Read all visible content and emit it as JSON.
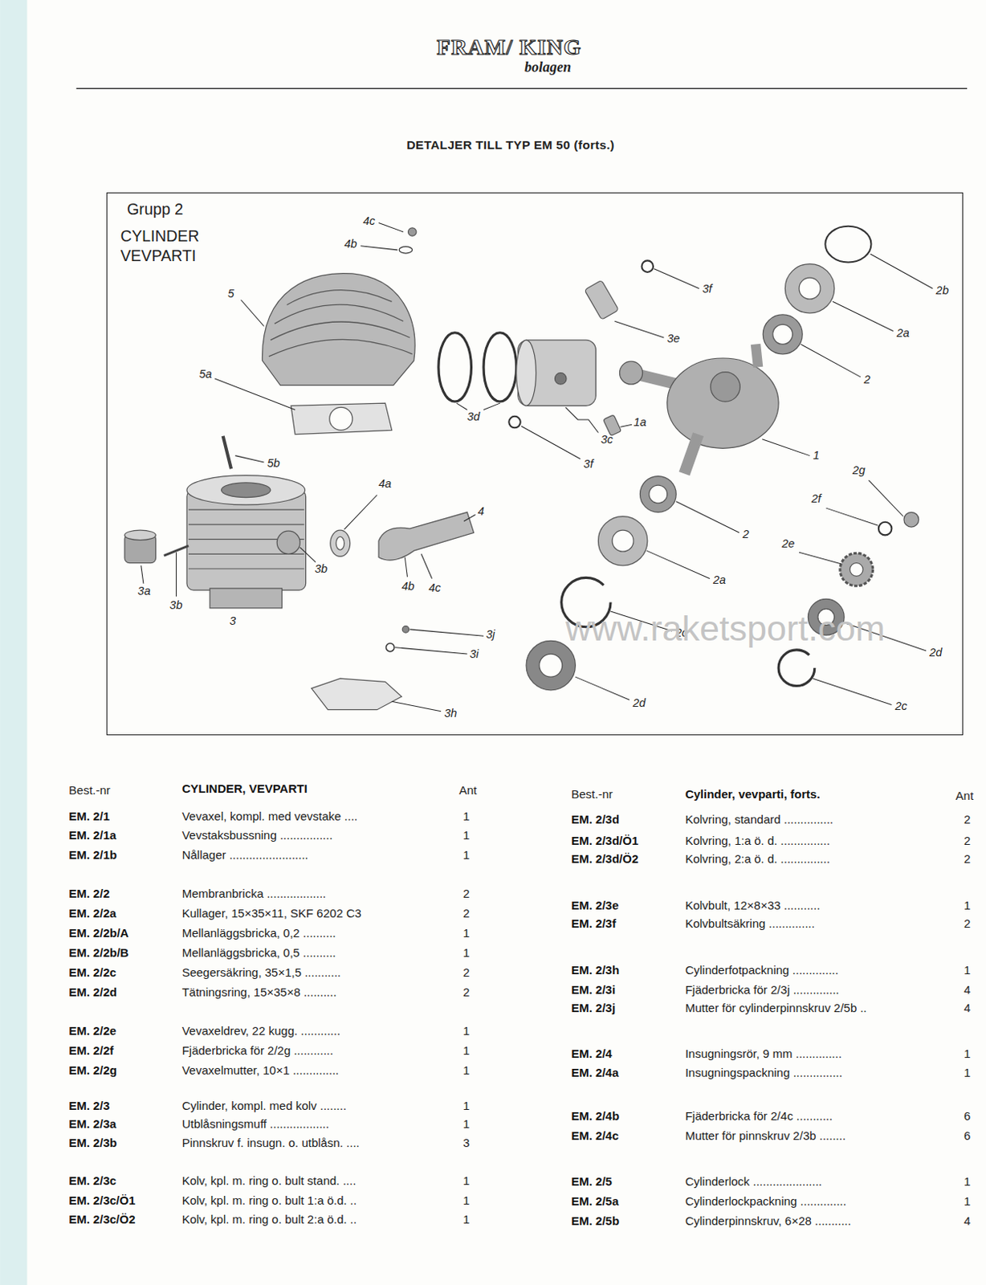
{
  "diagram": {
    "title": "DETALJER TILL TYP EM 50 (forts.)",
    "nodes": [
      {
        "text": [
          "Grupp 2",
          "CYLINDER VEVPARTI"
        ]
      }
    ],
    "labels": [
      "FRAM/ KING",
      "bolagen",
      "4c",
      "4b",
      "5",
      "5a",
      "5b",
      "3d",
      "3c",
      "3f",
      "3f",
      "3e",
      "1a",
      "1",
      "2b",
      "2a",
      "2",
      "2g",
      "2f",
      "2e",
      "2",
      "2a",
      "2c",
      "2d",
      "2c",
      "2d",
      "4a",
      "4",
      "3b",
      "4b",
      "4c",
      "3a",
      "3b",
      "3",
      "3j",
      "3i",
      "3h",
      "www.raketsport.com",
      "Best.-nr",
      "CYLINDER, VEVPARTI",
      "Ant",
      "EM. 2/1",
      "Vevaxel, kompl. med vevstake ....",
      "1",
      "EM. 2/1a",
      "Vevstaksbussning ................",
      "1",
      "EM. 2/1b",
      "Nållager ........................",
      "1",
      "EM. 2/2",
      "Membranbricka ..................",
      "2",
      "EM. 2/2a",
      "Kullager, 15×35×11, SKF 6202 C3",
      "2",
      "EM. 2/2b/A",
      "Mellanläggsbricka, 0,2 ..........",
      "1",
      "EM. 2/2b/B",
      "Mellanläggsbricka, 0,5 ..........",
      "1",
      "EM. 2/2c",
      "Seegersäkring, 35×1,5 ...........",
      "2",
      "EM. 2/2d",
      "Tätningsring, 15×35×8 ..........",
      "2",
      "EM. 2/2e",
      "Vevaxeldrev, 22 kugg. ............",
      "1",
      "EM. 2/2f",
      "Fjäderbricka för 2/2g ............",
      "1",
      "EM. 2/2g",
      "Vevaxelmutter, 10×1 ..............",
      "1",
      "EM. 2/3",
      "Cylinder, kompl. med kolv ........",
      "1",
      "EM. 2/3a",
      "Utblåsningsmuff ..................",
      "1",
      "EM. 2/3b",
      "Pinnskruv f. insugn. o. utblåsn. ....",
      "3",
      "EM. 2/3c",
      "Kolv, kpl. m. ring o. bult stand. ....",
      "1",
      "EM. 2/3c/Ö1",
      "Kolv, kpl. m. ring o. bult 1:a ö.d. ..",
      "1",
      "EM. 2/3c/Ö2",
      "Kolv, kpl. m. ring o. bult 2:a ö.d. ..",
      "1",
      "Best.-nr",
      "Cylinder, vevparti, forts.",
      "Ant",
      "EM. 2/3d",
      "Kolvring, standard ...............",
      "2",
      "EM. 2/3d/Ö1",
      "Kolvring, 1:a ö. d. ...............",
      "2",
      "EM. 2/3d/Ö2",
      "Kolvring, 2:a ö. d. ...............",
      "2",
      "EM. 2/3e",
      "Kolvbult, 12×8×33 ...........",
      "1",
      "EM. 2/3f",
      "Kolvbultsäkring ..............",
      "2",
      "EM. 2/3h",
      "Cylinderfotpackning ..............",
      "1",
      "EM. 2/3i",
      "Fjäderbricka för 2/3j ..............",
      "4",
      "EM. 2/3j",
      "Mutter för cylinderpinnskruv 2/5b ..",
      "4",
      "EM. 2/4",
      "Insugningsrör, 9 mm ..............",
      "1",
      "EM. 2/4a",
      "Insugningspackning ...............",
      "1",
      "EM. 2/4b",
      "Fjäderbricka för 2/4c ...........",
      "6",
      "EM. 2/4c",
      "Mutter för pinnskruv 2/3b ........",
      "6",
      "EM. 2/5",
      "Cylinderlock .....................",
      "1",
      "EM. 2/5a",
      "Cylinderlockpackning ..............",
      "1",
      "EM. 2/5b",
      "Cylinderpinnskruv, 6×28 ...........",
      "4"
    ]
  }
}
